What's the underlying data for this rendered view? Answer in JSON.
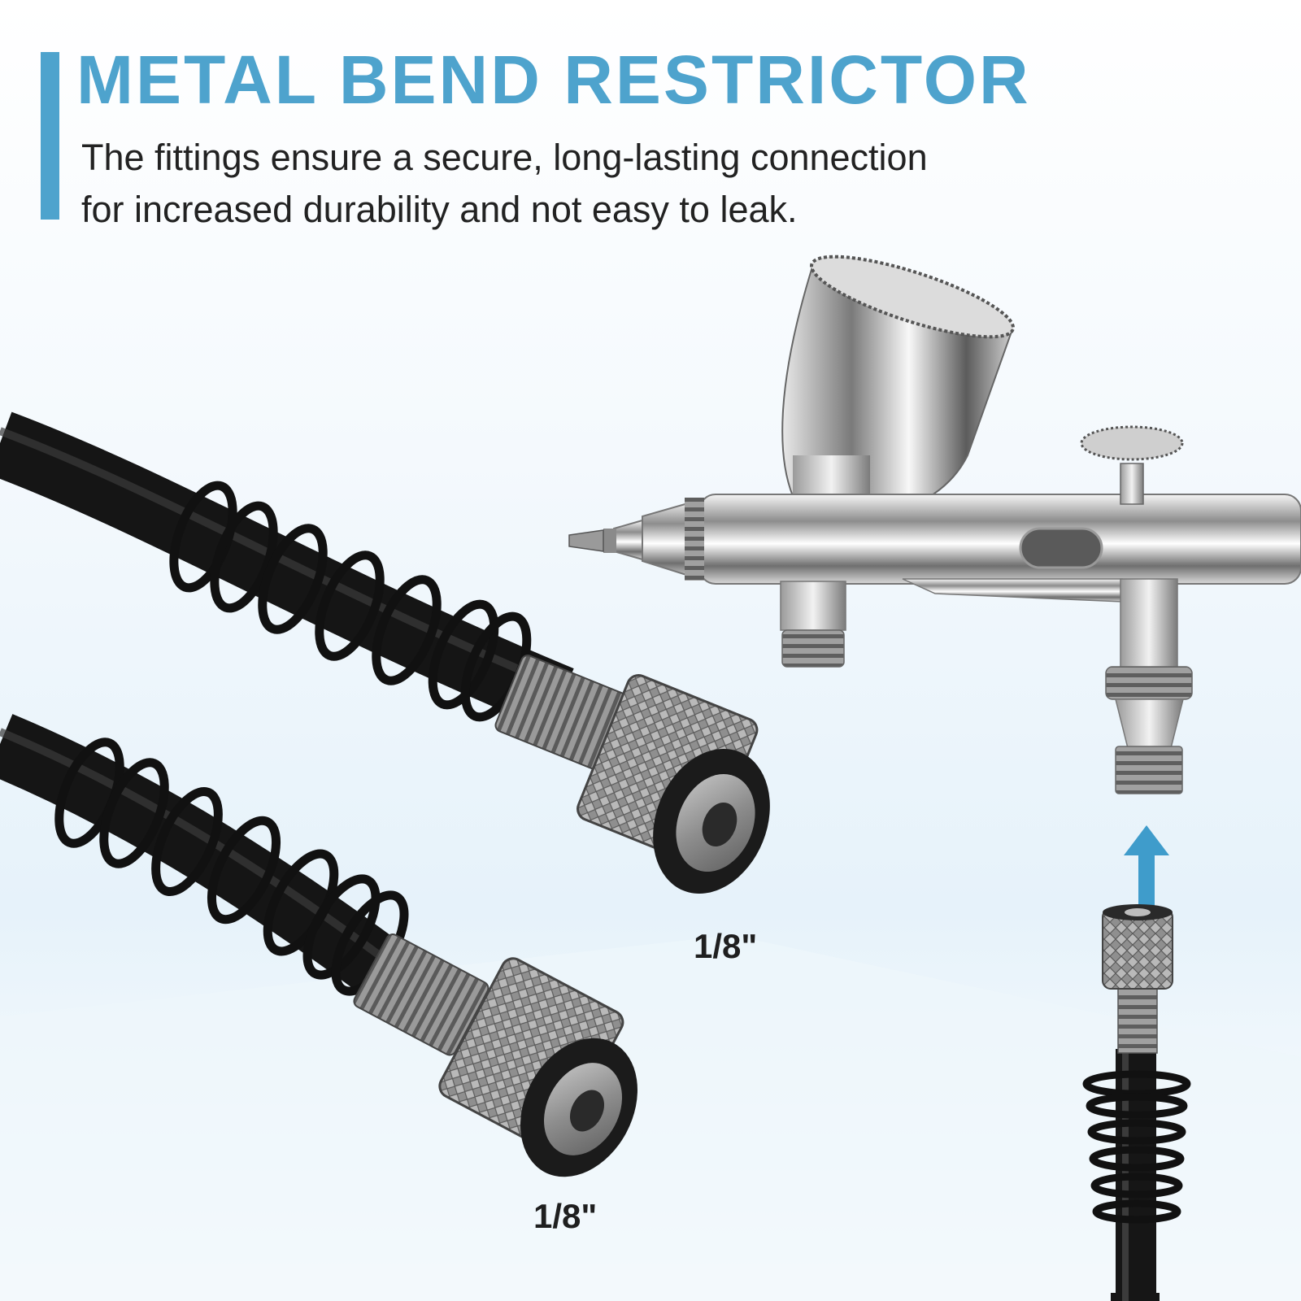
{
  "header": {
    "title": "METAL BEND RESTRICTOR",
    "description_lines": [
      "The fittings ensure a secure, long-lasting connection",
      "for increased durability and not easy to leak."
    ]
  },
  "labels": {
    "upper_fitting_size": "1/8\"",
    "lower_fitting_size": "1/8\""
  },
  "colors": {
    "accent": "#4ea3cd",
    "text": "#222222",
    "hose": "#1a1a1a",
    "metal": "#8a8a8a"
  },
  "icons": {
    "connection_arrow": "arrow-up-icon"
  }
}
